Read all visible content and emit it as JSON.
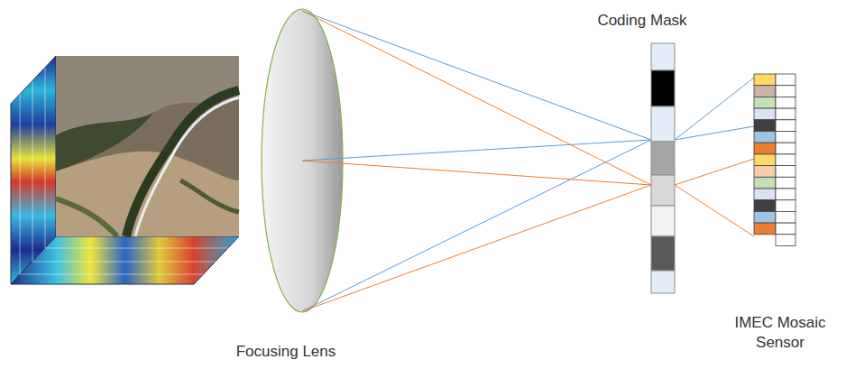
{
  "diagram": {
    "labels": [
      "Coding Mask",
      "Focusing Lens",
      "IMEC Mosaic Sensor"
    ]
  }
}
